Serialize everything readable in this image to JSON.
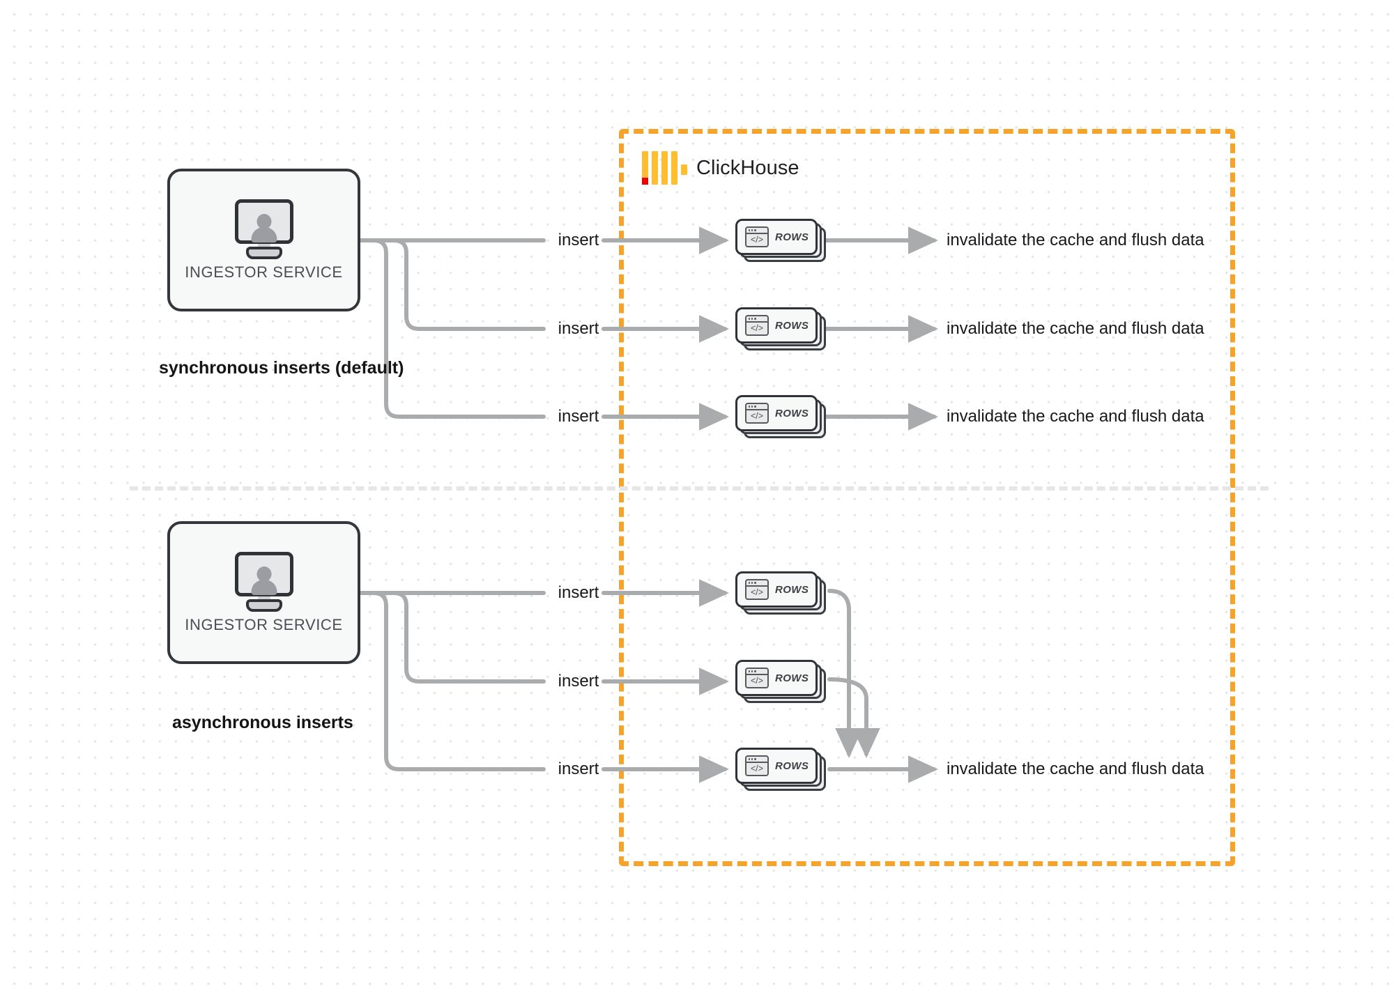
{
  "diagram": {
    "title": "ClickHouse synchronous vs asynchronous inserts",
    "colors": {
      "group_border": "#f5a32a",
      "logo_yellow": "#ffbe30",
      "logo_red": "#f20000",
      "edge": "#a9abad",
      "node_border": "#2f3236",
      "node_fill": "#f7f8f8",
      "divider": "#e6e6e6",
      "grid_dot": "#e4e4e4"
    }
  },
  "group": {
    "name": "ClickHouse",
    "label": "ClickHouse",
    "logo_icon": "clickhouse-bars-logo",
    "bar_count": 4
  },
  "divider": {
    "style": "dashed"
  },
  "sections": [
    {
      "id": "sync",
      "caption": "synchronous inserts (default)",
      "source": {
        "label": "INGESTOR SERVICE",
        "icon": "monitor-user-icon"
      },
      "rows": [
        {
          "insert_label": "insert",
          "node_label": "ROWS",
          "node_icon": "code-window-icon",
          "result_label": "invalidate the cache and flush data"
        },
        {
          "insert_label": "insert",
          "node_label": "ROWS",
          "node_icon": "code-window-icon",
          "result_label": "invalidate the cache and flush data"
        },
        {
          "insert_label": "insert",
          "node_label": "ROWS",
          "node_icon": "code-window-icon",
          "result_label": "invalidate the cache and flush data"
        }
      ]
    },
    {
      "id": "async",
      "caption": "asynchronous inserts",
      "source": {
        "label": "INGESTOR SERVICE",
        "icon": "monitor-user-icon"
      },
      "rows": [
        {
          "insert_label": "insert",
          "node_label": "ROWS",
          "node_icon": "code-window-icon",
          "result_label": ""
        },
        {
          "insert_label": "insert",
          "node_label": "ROWS",
          "node_icon": "code-window-icon",
          "result_label": ""
        },
        {
          "insert_label": "insert",
          "node_label": "ROWS",
          "node_icon": "code-window-icon",
          "result_label": "invalidate the cache and flush data"
        }
      ],
      "merged_result_label": "invalidate the cache and flush data"
    }
  ]
}
